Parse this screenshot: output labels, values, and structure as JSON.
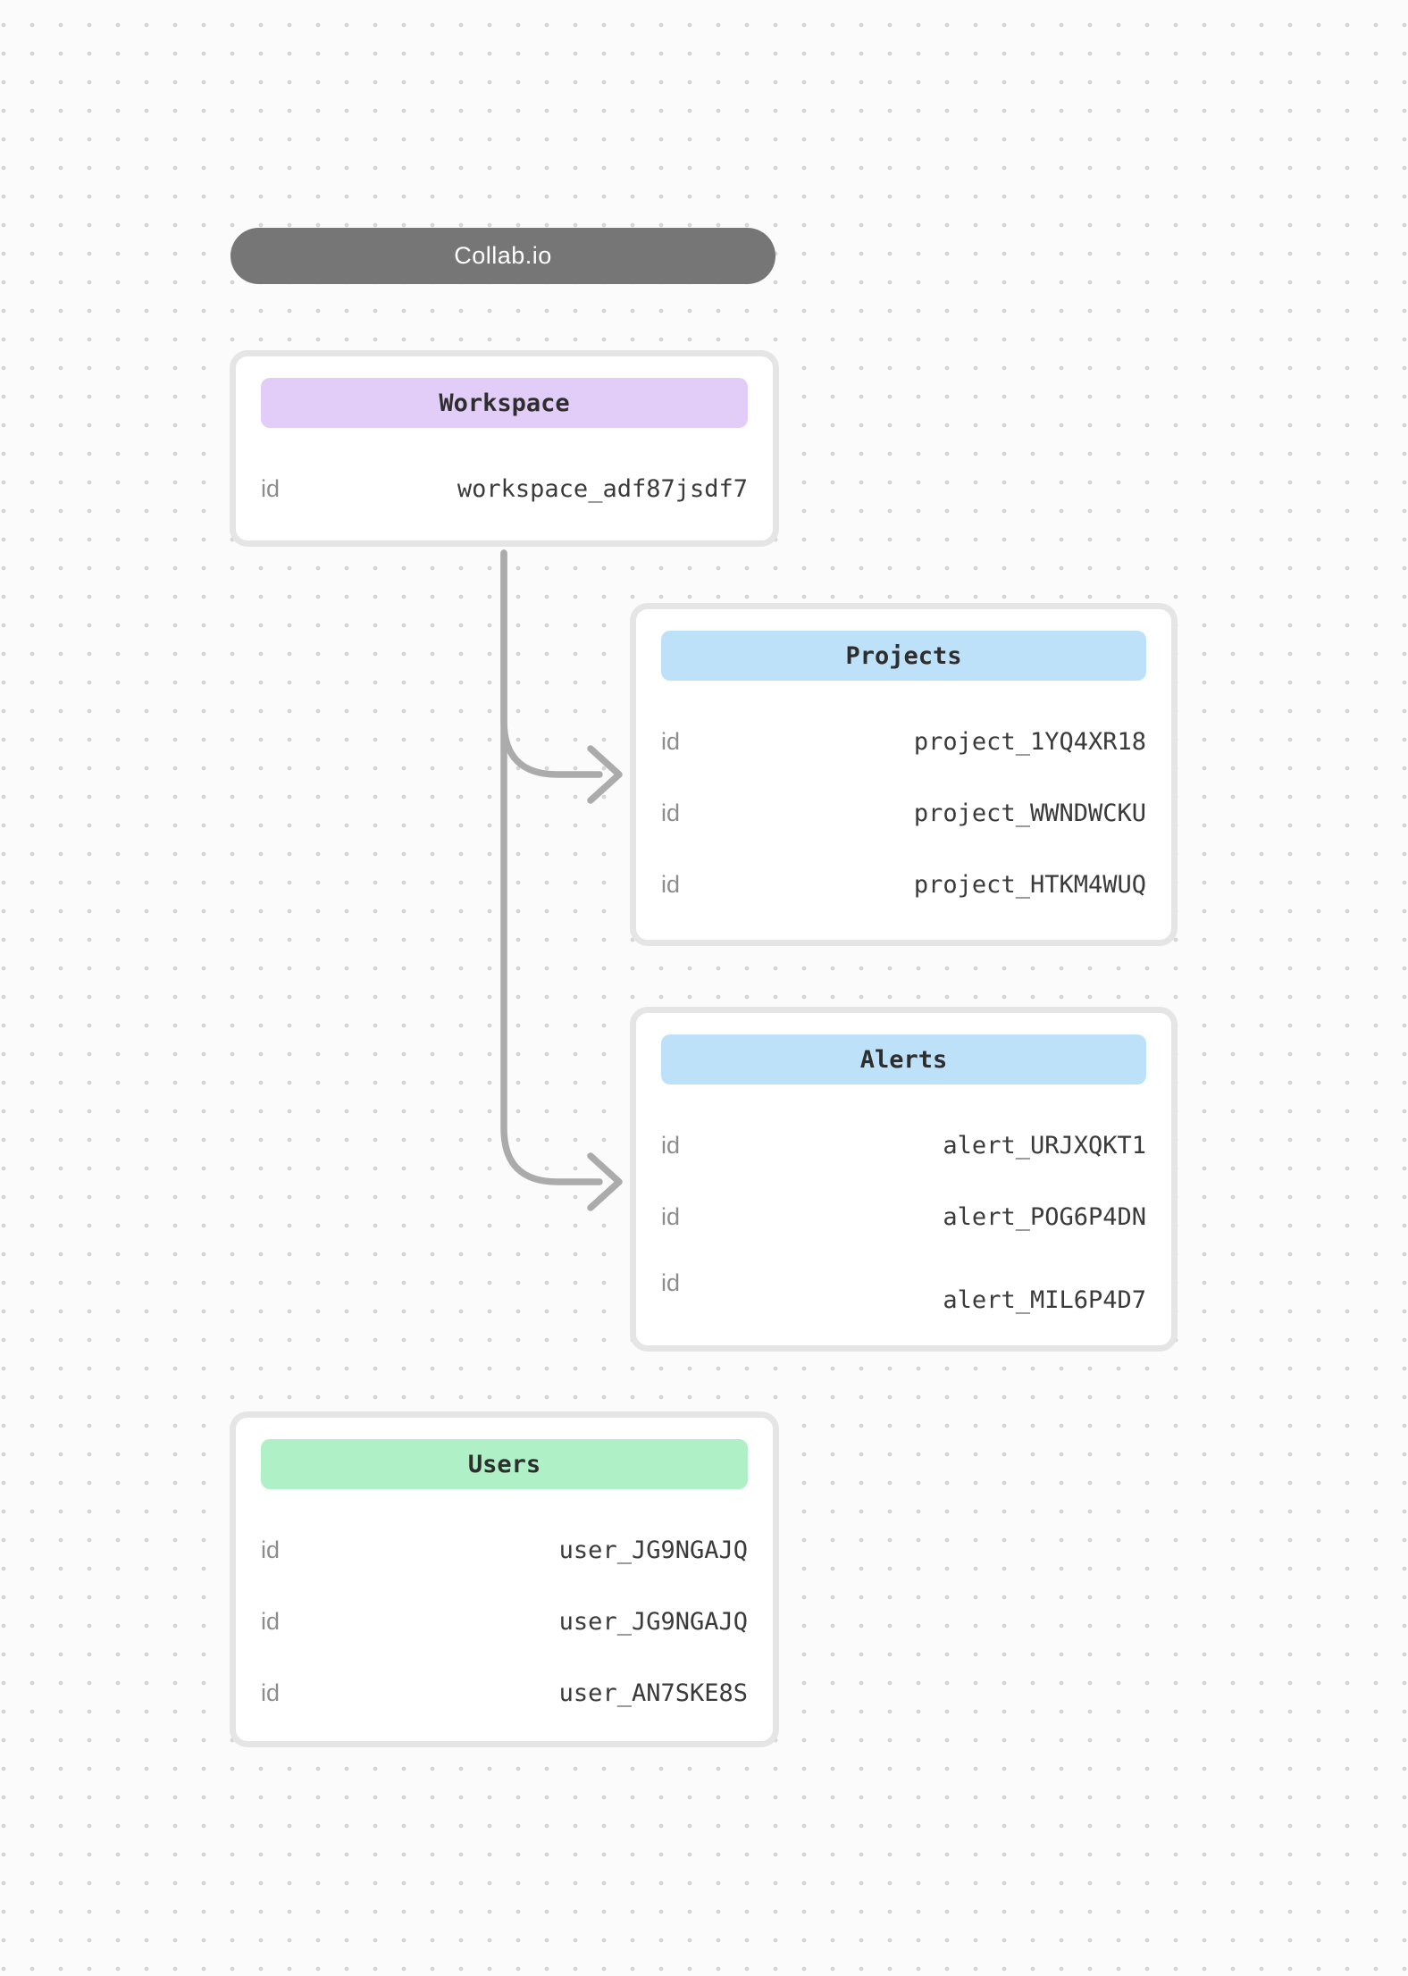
{
  "app": {
    "title": "Collab.io"
  },
  "colors": {
    "title_pill": "#767676",
    "workspace_header": "#e2cdf8",
    "projects_header": "#bee1fa",
    "alerts_header": "#bee1fa",
    "users_header": "#aff0c6",
    "connector": "#ababab",
    "card_border": "#e5e5e5"
  },
  "diagram": {
    "workspace": {
      "title": "Workspace",
      "rows": [
        {
          "label": "id",
          "value": "workspace_adf87jsdf7"
        }
      ]
    },
    "projects": {
      "title": "Projects",
      "rows": [
        {
          "label": "id",
          "value": "project_1YQ4XR18"
        },
        {
          "label": "id",
          "value": "project_WWNDWCKU"
        },
        {
          "label": "id",
          "value": "project_HTKM4WUQ"
        }
      ]
    },
    "alerts": {
      "title": "Alerts",
      "rows": [
        {
          "label": "id",
          "value": "alert_URJXQKT1"
        },
        {
          "label": "id",
          "value": "alert_POG6P4DN"
        },
        {
          "label": "id",
          "value": "alert_MIL6P4D7"
        }
      ]
    },
    "users": {
      "title": "Users",
      "rows": [
        {
          "label": "id",
          "value": "user_JG9NGAJQ"
        },
        {
          "label": "id",
          "value": "user_JG9NGAJQ"
        },
        {
          "label": "id",
          "value": "user_AN7SKE8S"
        }
      ]
    },
    "edges": [
      {
        "from": "workspace",
        "to": "projects"
      },
      {
        "from": "workspace",
        "to": "alerts"
      }
    ]
  }
}
